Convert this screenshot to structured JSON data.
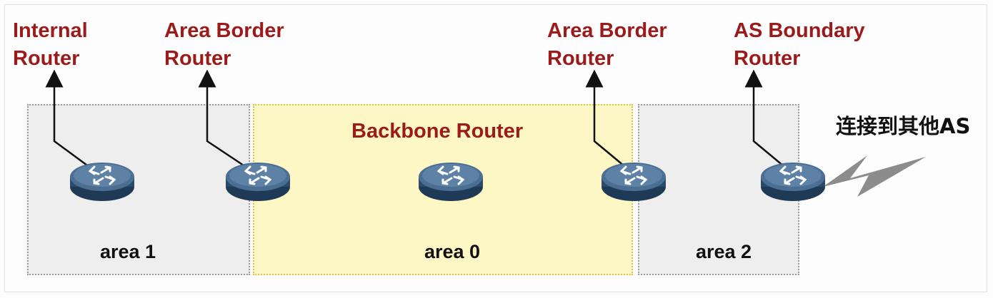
{
  "routers": [
    {
      "label_line1": "Internal",
      "label_line2": "Router",
      "icon": "router-icon"
    },
    {
      "label_line1": "Area Border",
      "label_line2": "Router",
      "icon": "router-icon"
    },
    {
      "label": "Backbone Router",
      "icon": "router-icon"
    },
    {
      "label_line1": "Area Border",
      "label_line2": "Router",
      "icon": "router-icon"
    },
    {
      "label_line1": "AS Boundary",
      "label_line2": "Router",
      "icon": "router-icon"
    }
  ],
  "areas": [
    {
      "label": "area 1",
      "fill": "#eeeeee"
    },
    {
      "label": "area 0",
      "fill": "#fdf7c6"
    },
    {
      "label": "area 2",
      "fill": "#eeeeee"
    }
  ],
  "external_link": {
    "label": "连接到其他AS",
    "icon": "lightning-link-icon"
  },
  "colors": {
    "role_label": "#9b1b1b",
    "router_body": "#2f4d6b",
    "lightning": "#8c8c8c"
  }
}
